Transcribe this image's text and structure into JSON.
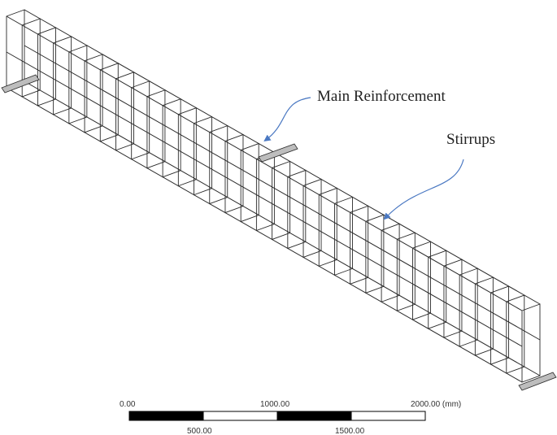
{
  "annotations": {
    "main_reinforcement": "Main Reinforcement",
    "stirrups": "Stirrups"
  },
  "scale_bar": {
    "top_labels": [
      "0.00",
      "1000.00",
      "2000.00 (mm)"
    ],
    "bottom_labels": [
      "500.00",
      "1500.00"
    ]
  },
  "colors": {
    "wire": "#2a2a2a",
    "arrow": "#4a78c2",
    "bar_fill": "#000000"
  }
}
